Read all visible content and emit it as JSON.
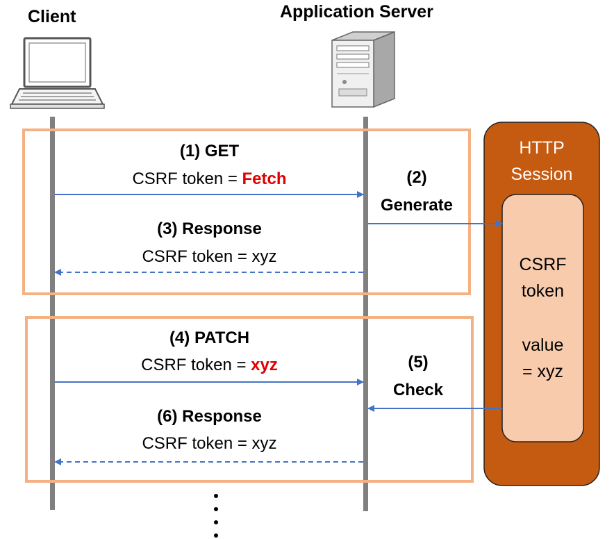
{
  "actors": {
    "client": "Client",
    "server": "Application Server"
  },
  "steps": {
    "get": {
      "title": "(1) GET",
      "token_label": "CSRF token = ",
      "token_value": "Fetch"
    },
    "generate": {
      "number": "(2)",
      "label": "Generate"
    },
    "response1": {
      "title": "(3) Response",
      "token_text": "CSRF token = xyz"
    },
    "patch": {
      "title": "(4) PATCH",
      "token_label": "CSRF token = ",
      "token_value": "xyz"
    },
    "check": {
      "number": "(5)",
      "label": "Check"
    },
    "response2": {
      "title": "(6) Response",
      "token_text": "CSRF token = xyz"
    }
  },
  "session": {
    "title_line1": "HTTP",
    "title_line2": "Session",
    "token_line1": "CSRF",
    "token_line2": "token",
    "value_line1": "value",
    "value_line2": "= xyz"
  },
  "colors": {
    "frame": "#f4b183",
    "session_fill": "#c55a11",
    "session_inner": "#f8cbad",
    "arrow": "#4472c4",
    "lifeline": "#808080",
    "highlight": "#e00000"
  }
}
